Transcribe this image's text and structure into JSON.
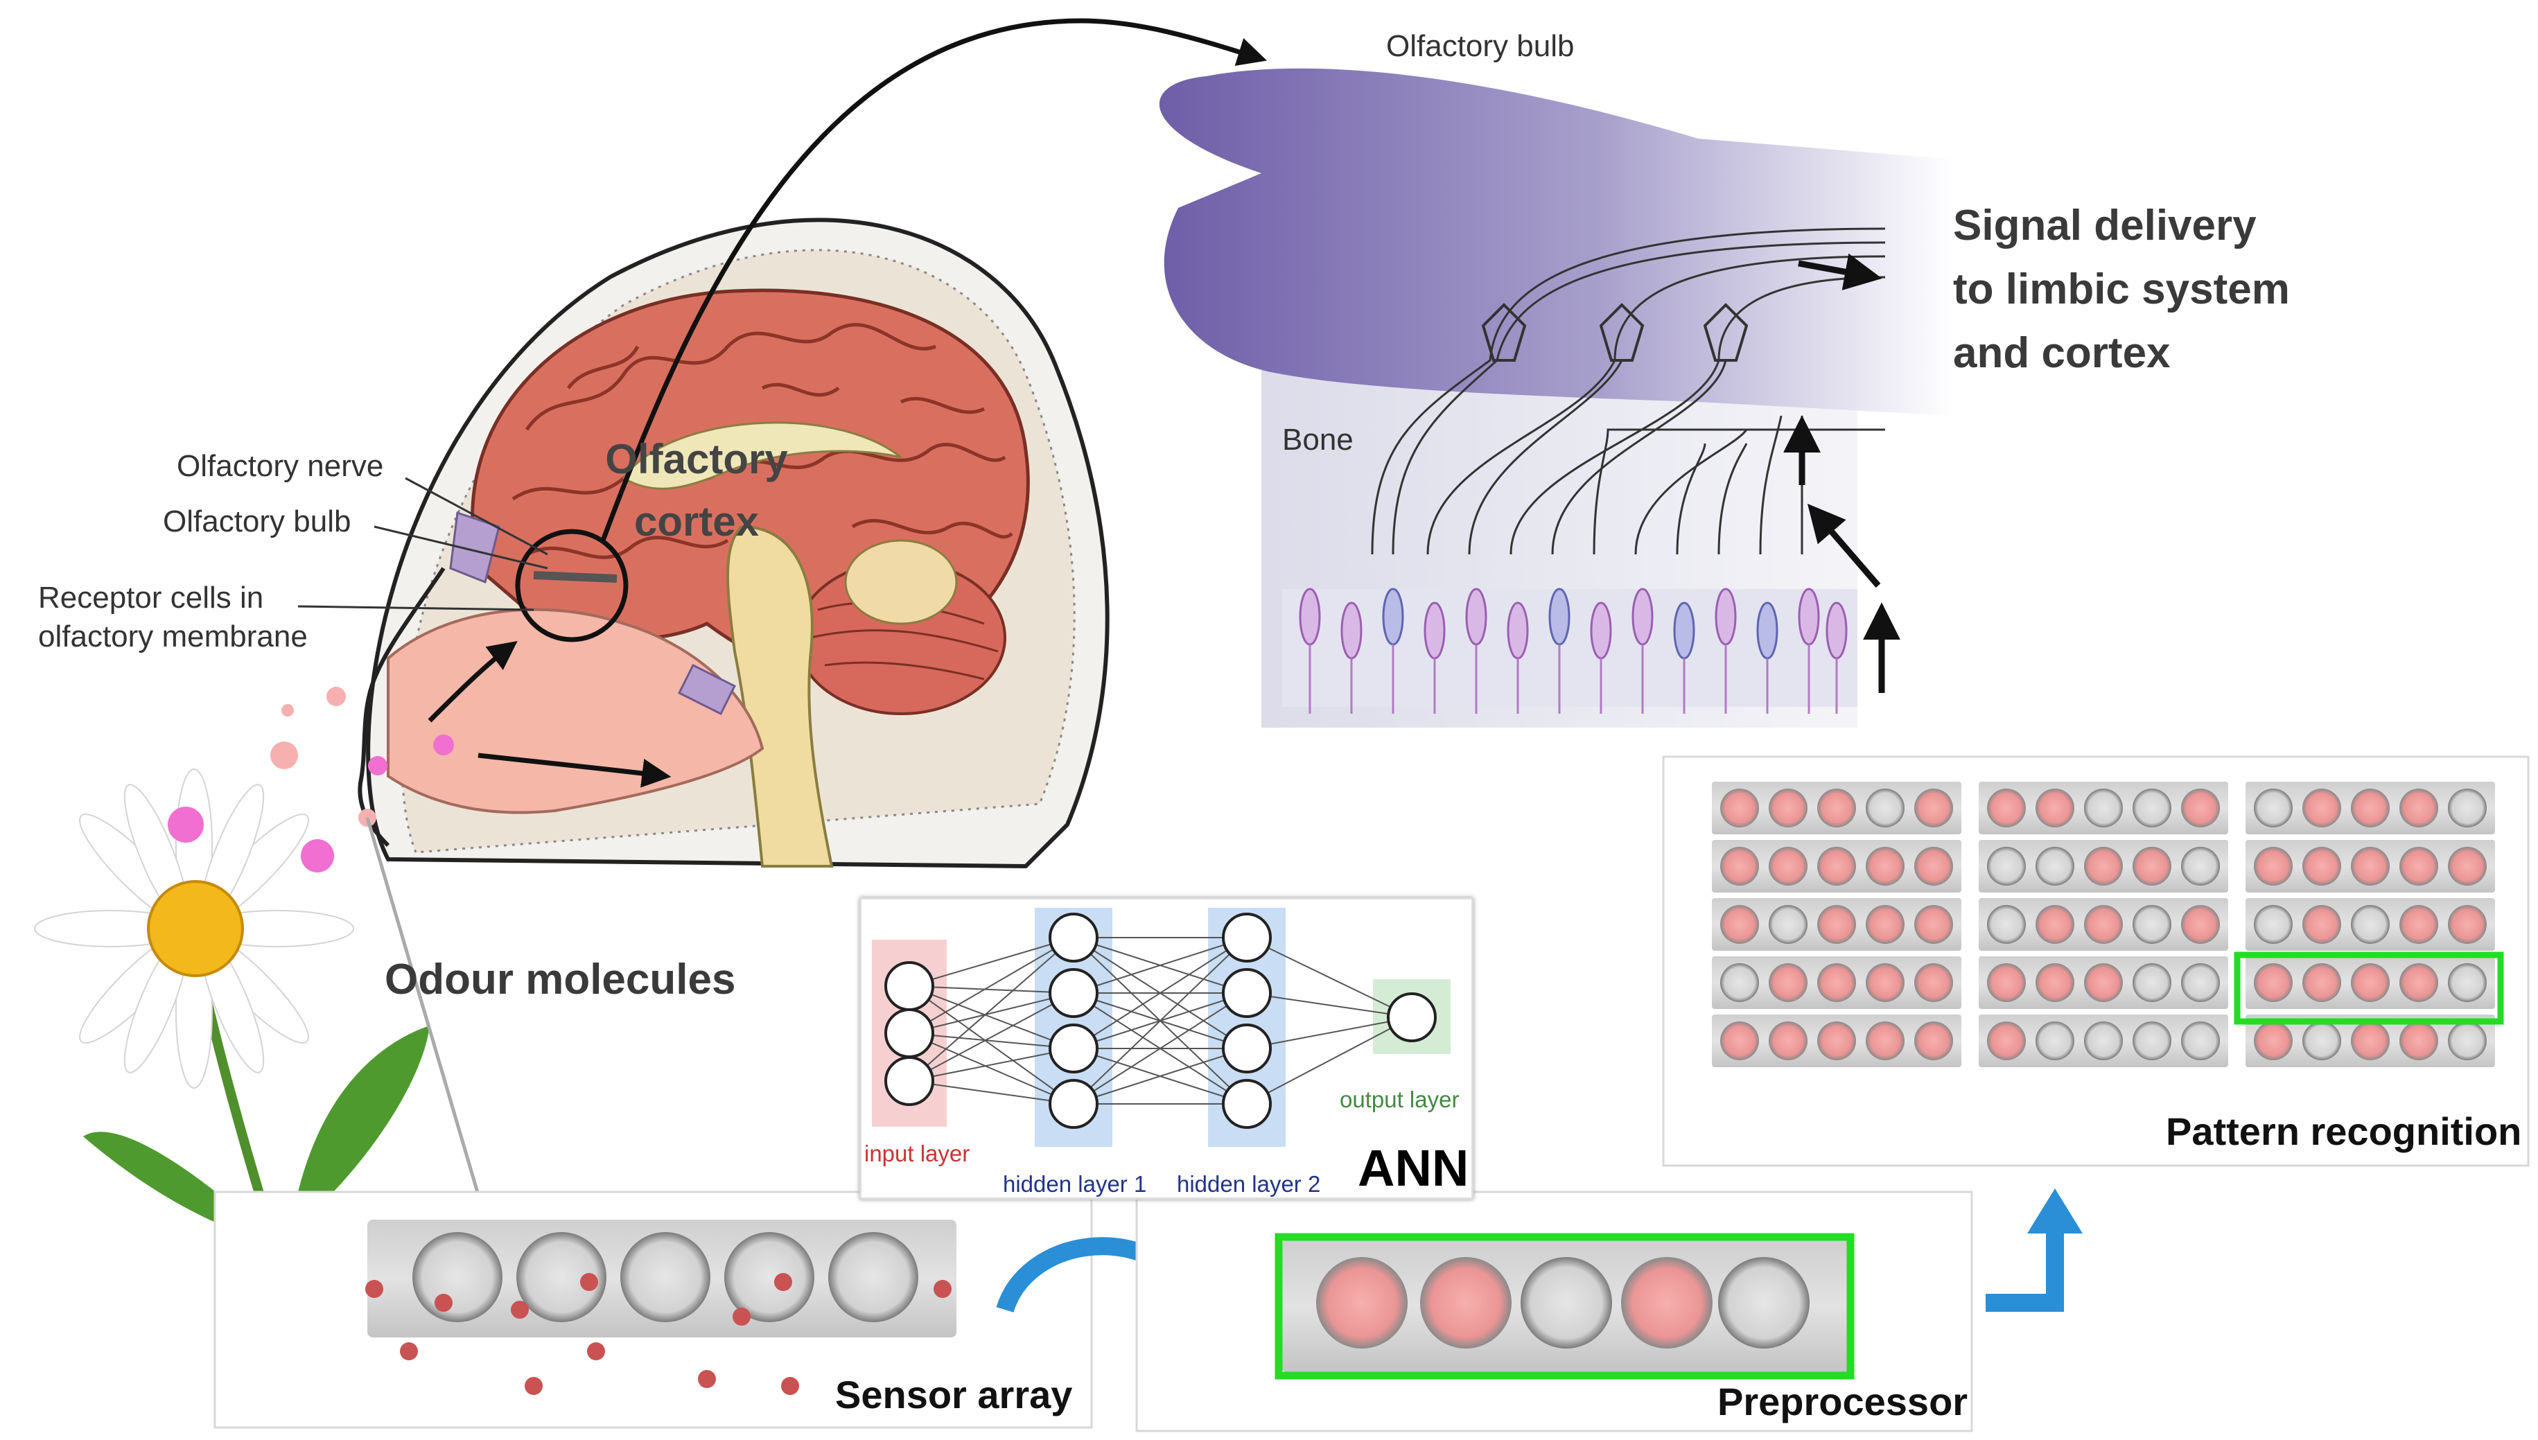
{
  "labels": {
    "olfactory_bulb_top": "Olfactory bulb",
    "signal_line1": "Signal delivery",
    "signal_line2": "to limbic system",
    "signal_line3": "and cortex",
    "bone": "Bone",
    "olfactory_nerve": "Olfactory nerve",
    "olfactory_bulb_head": "Olfactory bulb",
    "receptor_line1": "Receptor cells in",
    "receptor_line2": "olfactory membrane",
    "cortex_line1": "Olfactory",
    "cortex_line2": "cortex",
    "odour": "Odour molecules"
  },
  "ann": {
    "input_layer": "input layer",
    "hidden_layer_1": "hidden layer 1",
    "hidden_layer_2": "hidden layer 2",
    "output_layer": "output layer",
    "title": "ANN"
  },
  "panels": {
    "sensor_array": "Sensor array",
    "preprocessor": "Preprocessor",
    "pattern_recognition": "Pattern recognition"
  },
  "colors": {
    "bulb_purple": "#6e5ea8",
    "sensor_active": "#f0a0a0",
    "highlight_green": "#22dd22",
    "flow_arrow": "#2a8fd6",
    "input_layer": "#cc3333",
    "hidden_layer": "#223388",
    "output_layer": "#448844"
  },
  "icons": [
    "flower-icon",
    "head-cross-section-icon",
    "curved-arrow-icon",
    "up-arrow-icon"
  ]
}
